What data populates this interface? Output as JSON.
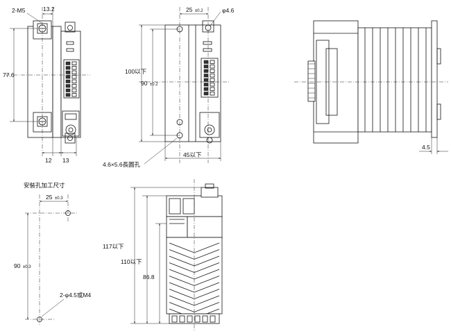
{
  "front_view": {
    "label_2m5": "2-M5",
    "dim_13_2": "13.2",
    "dim_77_6": "77.6",
    "dim_12": "12",
    "dim_13": "13"
  },
  "rear_view": {
    "dim_25": "25",
    "tol_25": "±0.2",
    "dim_phi46": "φ4.6",
    "dim_100": "100以下",
    "dim_90": "90",
    "tol_90": "±0.2",
    "dim_slot": "4.6×5.6長圓孔",
    "dim_45": "45以下"
  },
  "side_view": {
    "dim_4_5": "4.5"
  },
  "mounting": {
    "title": "安裝孔加工尺寸",
    "dim_25": "25",
    "tol_25": "±0.3",
    "dim_90": "90",
    "tol_90": "±0.3",
    "dim_holes": "2-φ4.5或M4"
  },
  "bottom_view": {
    "dim_117": "117以下",
    "dim_110": "110以下",
    "dim_86_8": "86.8"
  }
}
